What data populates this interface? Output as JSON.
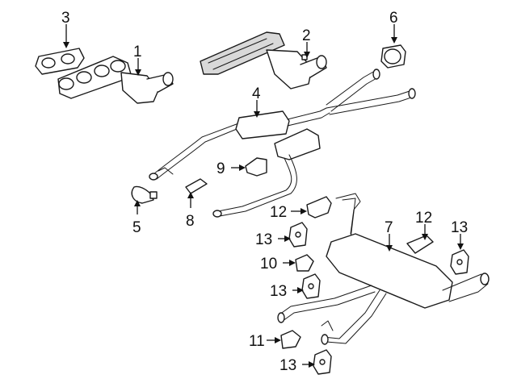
{
  "diagram": {
    "callouts": {
      "c1": "1",
      "c2": "2",
      "c3": "3",
      "c4": "4",
      "c5": "5",
      "c6": "6",
      "c7": "7",
      "c8": "8",
      "c9": "9",
      "c10": "10",
      "c11": "11",
      "c12a": "12",
      "c12b": "12",
      "c13a": "13",
      "c13b": "13",
      "c13c": "13",
      "c13d": "13"
    }
  }
}
